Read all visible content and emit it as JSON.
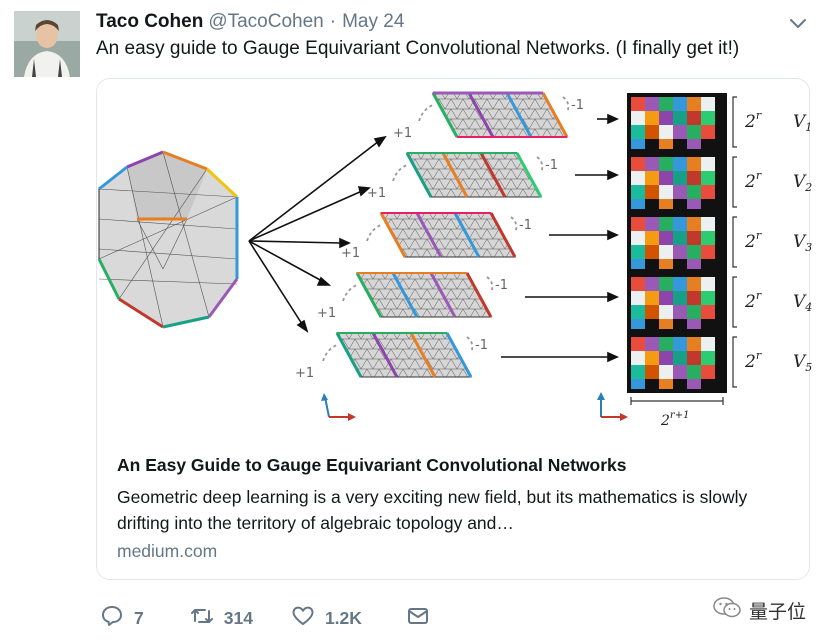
{
  "tweet": {
    "author_name": "Taco Cohen",
    "handle": "@TacoCohen",
    "separator": "·",
    "date": "May 24",
    "text": "An easy guide to Gauge Equivariant Convolutional Networks. (I finally get it!)"
  },
  "card": {
    "image_labels": {
      "plus_one": "+1",
      "minus_one": "-1",
      "row_size": "2",
      "row_size_exp": "r",
      "v1": "V",
      "v1_sub": "1",
      "v2": "V",
      "v2_sub": "2",
      "v3": "V",
      "v3_sub": "3",
      "v4": "V",
      "v4_sub": "4",
      "v5": "V",
      "v5_sub": "5",
      "bottom": "2",
      "bottom_exp": "r+1"
    },
    "title": "An Easy Guide to Gauge Equivariant Convolutional Networks",
    "description": "Geometric deep learning is a very exciting new field, but its mathematics is slowly drifting into the territory of algebraic topology and…",
    "domain": "medium.com"
  },
  "actions": {
    "replies": "7",
    "retweets": "314",
    "likes": "1.2K"
  },
  "watermark": {
    "text": "量子位"
  },
  "colors": {
    "text": "#14171a",
    "muted": "#657786",
    "border": "#e1e8ed"
  },
  "icons": [
    "chevron-down-icon",
    "reply-icon",
    "retweet-icon",
    "like-icon",
    "share-icon",
    "wechat-icon"
  ]
}
